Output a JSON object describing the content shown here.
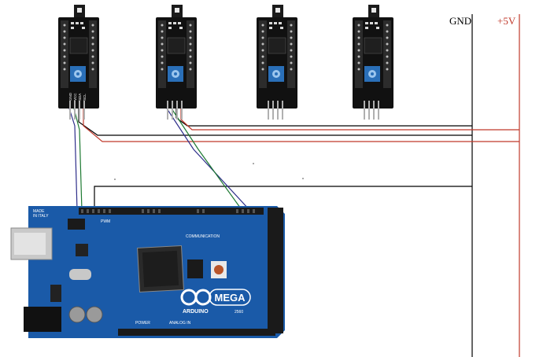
{
  "rails": {
    "gnd_label": "GND",
    "vcc_label": "+5V",
    "gnd_color": "#000000",
    "vcc_color": "#c0392b"
  },
  "wire_colors": {
    "sda": "#2e2e8a",
    "scl": "#1e7a32",
    "gnd": "#000000",
    "vcc": "#c0392b"
  },
  "i2c_module": {
    "pin_labels": [
      "GND",
      "VCC",
      "SDA",
      "SCL"
    ],
    "count": 4,
    "pcb_color": "#111111",
    "pot_color": "#2a6fb8"
  },
  "board": {
    "brand": "ARDUINO",
    "model": "MEGA",
    "model_number": "2560",
    "made_in_line1": "MADE",
    "made_in_line2": "IN ITALY",
    "section_communication": "COMMUNICATION",
    "section_analog": "ANALOG IN",
    "section_power": "POWER",
    "section_pwm": "PWM",
    "pcb_color": "#1a5aa8"
  }
}
